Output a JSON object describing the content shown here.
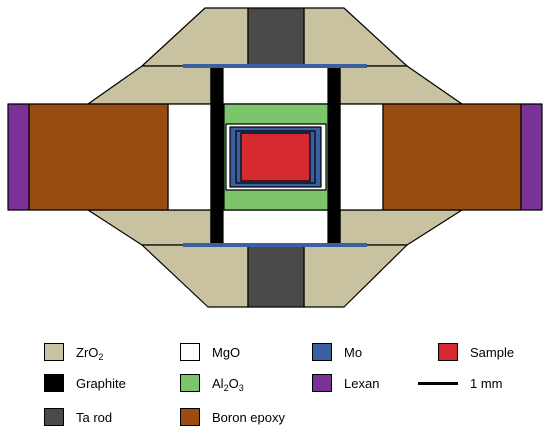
{
  "colors": {
    "zro2": "#c9c2a0",
    "mgo": "#ffffff",
    "mo": "#3b5fa0",
    "sample": "#d52a2f",
    "graphite": "#000000",
    "al2o3": "#7dc56b",
    "lexan": "#7b3296",
    "ta_rod": "#4a4a4a",
    "boron_epoxy": "#9a4d12"
  },
  "legend": {
    "zro2": {
      "base": "ZrO",
      "sub": "2"
    },
    "mgo": "MgO",
    "mo": "Mo",
    "sample": "Sample",
    "graphite": "Graphite",
    "al2o3": {
      "p1": "Al",
      "s1": "2",
      "p2": "O",
      "s2": "3"
    },
    "lexan": "Lexan",
    "scale": "1 mm",
    "ta_rod": "Ta rod",
    "boron_epoxy": "Boron epoxy"
  }
}
